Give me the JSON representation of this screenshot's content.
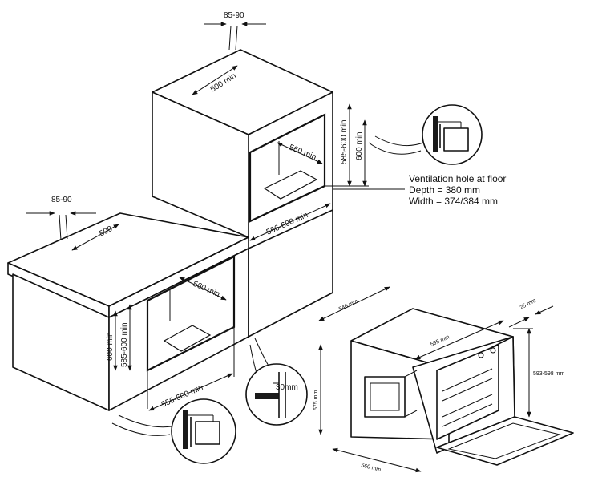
{
  "upper_unit": {
    "gap_label": "85-90",
    "depth_label": "500 min",
    "inner_width_label": "560 min",
    "height_label_a": "585-600 min",
    "height_label_b": "600 min",
    "opening_width_label": "556-600 min"
  },
  "ventilation_note": {
    "line1": "Ventilation hole at floor",
    "line2": "Depth = 380 mm",
    "line3": "Width = 374/384 mm"
  },
  "lower_unit": {
    "gap_label": "85-90",
    "depth_label": "500",
    "inner_width_label": "560 min",
    "height_label_a": "600 min",
    "height_label_b": "585-600 min",
    "opening_width_label": "556-600 min",
    "detail_label": "30mm"
  },
  "oven": {
    "depth_label": "546 mm",
    "front_width_label": "595 mm",
    "panel_label": "25 mm",
    "height_label": "593-598 mm",
    "body_height_label": "575 mm",
    "body_width_label": "560 mm"
  }
}
